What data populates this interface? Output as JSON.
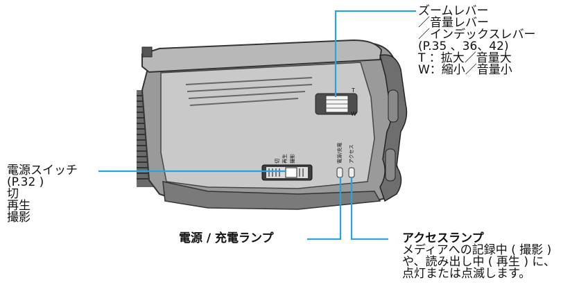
{
  "colors": {
    "leader": "#29a3dd",
    "body_dark": "#5a5a5a",
    "body_mid": "#8c8c8c",
    "body_light": "#cfcfcf"
  },
  "zoom_lever": {
    "title": "ズームレバー",
    "line2": "／音量レバー",
    "line3": "／インデックスレバー",
    "pages": "(P.35 、36、42)",
    "t": "T ：拡大／音量大",
    "w": "W：縮小／音量小"
  },
  "power_switch": {
    "title": "電源スイッチ",
    "page": "(P.32 )",
    "opt_off": "切",
    "opt_play": "再生",
    "opt_rec": "撮影"
  },
  "power_lamp": {
    "label": "電源 / 充電ランプ"
  },
  "access_lamp": {
    "title": "アクセスランプ",
    "desc1": "メディアへの記録中 ( 撮影 )",
    "desc2": "や、読み出し中 ( 再生 ) に、",
    "desc3": "点灯または点滅します。"
  },
  "device_marks": {
    "switch_off": "切",
    "switch_play": "再生",
    "switch_rec": "撮影",
    "lamp_power": "電源/充電",
    "lamp_access": "アクセス",
    "zoom_t": "T",
    "zoom_w": "W"
  }
}
